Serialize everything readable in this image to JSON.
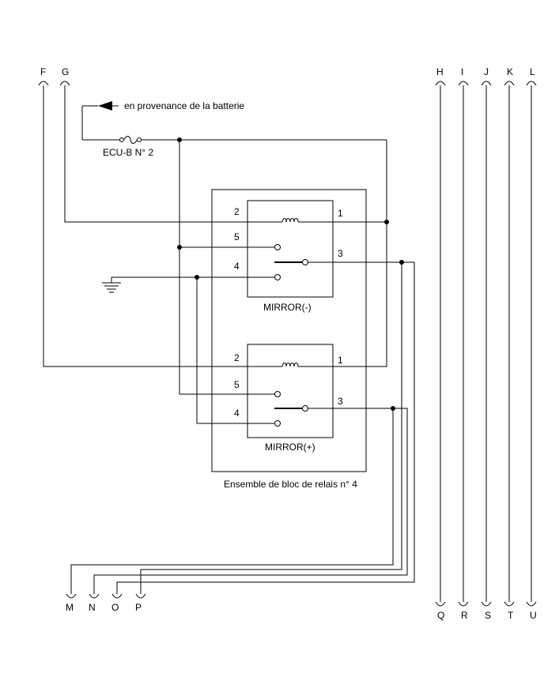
{
  "connectors_top_left": [
    "F",
    "G"
  ],
  "connectors_top_right": [
    "H",
    "I",
    "J",
    "K",
    "L"
  ],
  "connectors_bottom_left": [
    "M",
    "N",
    "O",
    "P"
  ],
  "connectors_bottom_right": [
    "Q",
    "R",
    "S",
    "T",
    "U"
  ],
  "battery_label": "en provenance de la batterie",
  "fuse_label": "ECU-B N° 2",
  "relay_assembly_label": "Ensemble de bloc de relais n° 4",
  "relay_top": {
    "name": "MIRROR(-)",
    "pins": {
      "p1": "1",
      "p2": "2",
      "p3": "3",
      "p4": "4",
      "p5": "5"
    }
  },
  "relay_bottom": {
    "name": "MIRROR(+)",
    "pins": {
      "p1": "1",
      "p2": "2",
      "p3": "3",
      "p4": "4",
      "p5": "5"
    }
  }
}
